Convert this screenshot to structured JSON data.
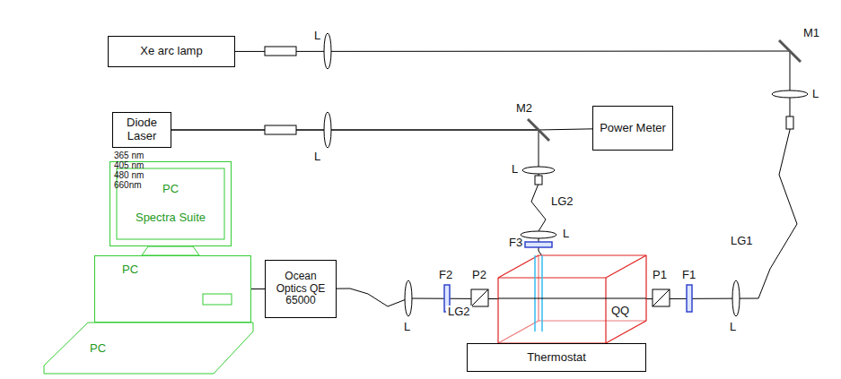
{
  "diagram": {
    "nodes": [
      {
        "text": [
          "Xe arc lamp"
        ]
      },
      {
        "text": [
          "Diode Laser"
        ]
      },
      {
        "text": [
          "Power Meter"
        ]
      },
      {
        "text": [
          "PC",
          "Spectra Suite"
        ]
      },
      {
        "text": [
          "PC"
        ]
      },
      {
        "text": [
          "Ocean Optics QE 65000"
        ]
      },
      {
        "text": [
          "QQ"
        ]
      },
      {
        "text": [
          "Thermostat"
        ]
      },
      {
        "text": [
          "PC"
        ]
      }
    ],
    "edges": [
      {
        "from": 0,
        "to": 6,
        "label": "LG1",
        "arrow": "none"
      },
      {
        "from": 1,
        "to": 2,
        "arrow": "none"
      },
      {
        "from": 1,
        "to": 6,
        "label": "LG2",
        "arrow": "none"
      },
      {
        "from": 6,
        "to": 5,
        "label": "LG2",
        "arrow": "none"
      },
      {
        "from": 4,
        "to": 5,
        "arrow": "none"
      }
    ],
    "labels": [
      "L",
      "M1",
      "L",
      "L",
      "M2",
      "L",
      "L",
      "F3",
      "F2",
      "P2",
      "P1",
      "F1",
      "L",
      "L",
      "365 nm",
      "405 nm",
      "480 nm",
      "660nm"
    ]
  }
}
